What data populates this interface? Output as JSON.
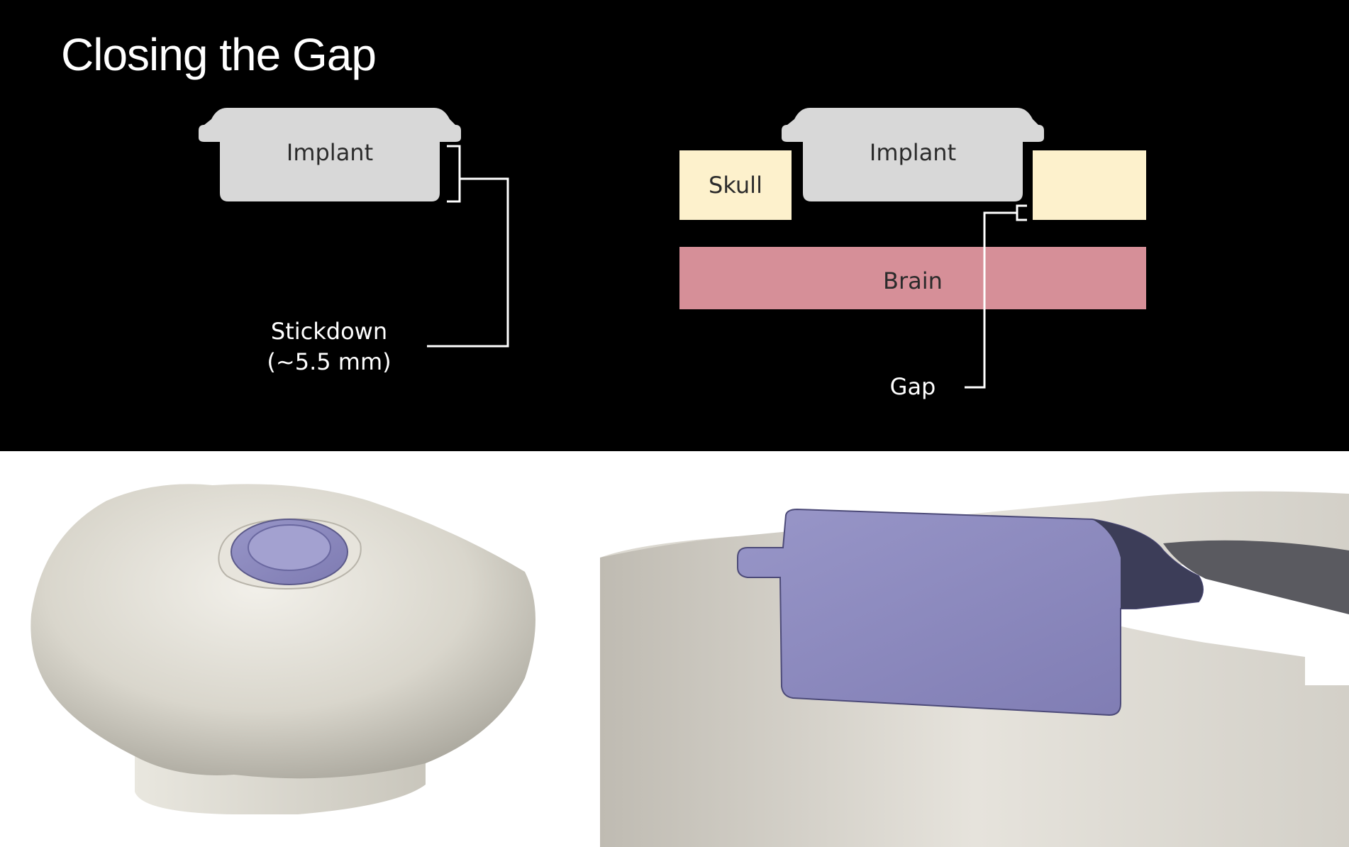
{
  "title": "Closing the Gap",
  "left_diagram": {
    "implant_label": "Implant",
    "stickdown_label_line1": "Stickdown",
    "stickdown_label_line2": "(~5.5 mm)"
  },
  "right_diagram": {
    "implant_label": "Implant",
    "skull_label": "Skull",
    "brain_label": "Brain",
    "gap_label": "Gap"
  },
  "colors": {
    "background": "#000000",
    "implant": "#d8d8d8",
    "skull": "#fdf1cc",
    "brain": "#d68f98",
    "annotation_line": "#ffffff",
    "label_text_dark": "#2b2b2b",
    "render_implant": "#8e8cbe",
    "render_bone": "#dedbd3"
  }
}
